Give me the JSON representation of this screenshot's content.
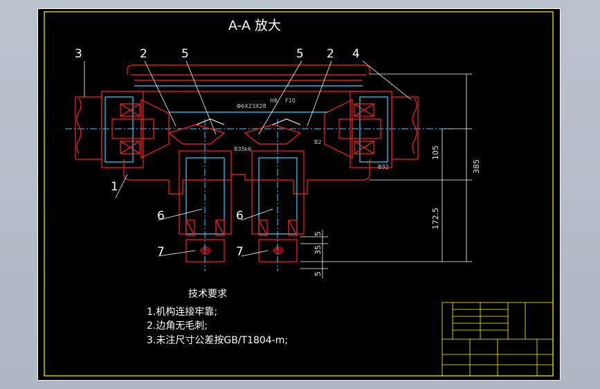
{
  "drawing": {
    "title": "A-A 放大",
    "callouts": [
      "3",
      "2",
      "5",
      "5",
      "2",
      "4",
      "1",
      "6",
      "6",
      "7",
      "7"
    ],
    "dimensions": [
      "385",
      "105",
      "172.5",
      "35",
      "5",
      "5"
    ],
    "annotations": [
      "Φ6X23X28",
      "H8",
      "F10",
      "B2",
      "B35k6",
      "B32"
    ],
    "tech_requirements": {
      "title": "技术要求",
      "items": [
        "1.机构连接牢靠;",
        "2.边角无毛刺;",
        "3.未注尺寸公差按GB/T1804-m;"
      ]
    }
  },
  "colors": {
    "outline": "#ff2020",
    "hidden": "#3ad0ff",
    "frame": "#ffff00",
    "text": "#ffffff",
    "background": "#000000"
  }
}
